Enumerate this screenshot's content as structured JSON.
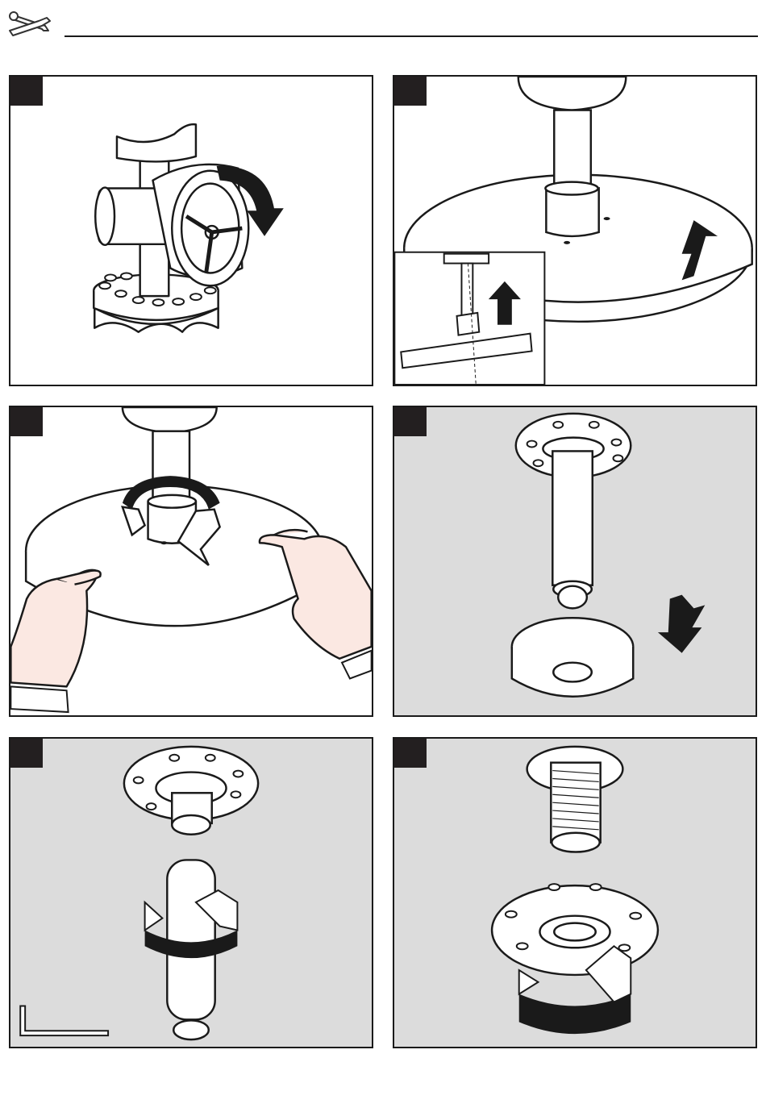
{
  "page": {
    "header_icon": "wrench-screwdriver-icon"
  },
  "steps": [
    {
      "number": "",
      "illustration": "shutoff-valve-turn"
    },
    {
      "number": "",
      "illustration": "lift-shower-head"
    },
    {
      "number": "",
      "illustration": "unscrew-shower-head"
    },
    {
      "number": "",
      "illustration": "remove-cover-plate"
    },
    {
      "number": "",
      "illustration": "unscrew-arm-with-hex-key"
    },
    {
      "number": "",
      "illustration": "unscrew-flange"
    }
  ],
  "colors": {
    "line": "#1a1a1a",
    "badge": "#231f20",
    "panel_gray": "#dcdcdc",
    "skin": "#fbe8e2"
  }
}
